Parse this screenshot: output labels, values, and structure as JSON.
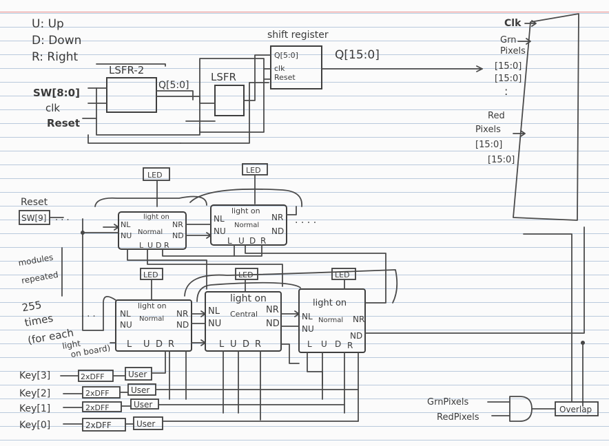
{
  "legend": {
    "up": "U: Up",
    "down": "D: Down",
    "right": "R: Right"
  },
  "top": {
    "sw_in": "SW[8:0]",
    "clk_in": "clk",
    "reset_in": "Reset",
    "lsfr2": "LSFR-2",
    "lsfr": "LSFR",
    "q_small": "Q[5:0]",
    "shift_title": "shift register",
    "shift_q": "Q[5:0]",
    "shift_clk": "clk",
    "shift_reset": "Reset",
    "q_out": "Q[15:0]"
  },
  "display": {
    "clk": "Clk",
    "grn": "Grn",
    "pixels1": "Pixels",
    "g1": "[15:0]",
    "g2": "[15:0]",
    "dots": ":",
    "red": "Red",
    "pixels2": "Pixels",
    "r1": "[15:0]",
    "r2": "[15:0]"
  },
  "left": {
    "reset": "Reset",
    "sw9": "SW[9]",
    "note": [
      "modules",
      "repeated",
      "255",
      "times",
      "(for each",
      "light",
      "on board)"
    ]
  },
  "led": "LED",
  "cell": {
    "title": "light on",
    "normal": "Normal",
    "central": "Central",
    "nl": "NL",
    "nu": "NU",
    "nr": "NR",
    "nd": "ND",
    "l": "L",
    "u": "U",
    "d": "D",
    "r": "R"
  },
  "ellipsis": ". . . .",
  "keys": [
    {
      "key": "Key[3]",
      "dff": "2xDFF",
      "user": "User"
    },
    {
      "key": "Key[2]",
      "dff": "2xDFF",
      "user": "User"
    },
    {
      "key": "Key[1]",
      "dff": "2xDFF",
      "user": "User"
    },
    {
      "key": "Key[0]",
      "dff": "2xDFF",
      "user": "User"
    }
  ],
  "overlap": {
    "grn": "GrnPixels",
    "red": "RedPixels",
    "box": "Overlap"
  }
}
